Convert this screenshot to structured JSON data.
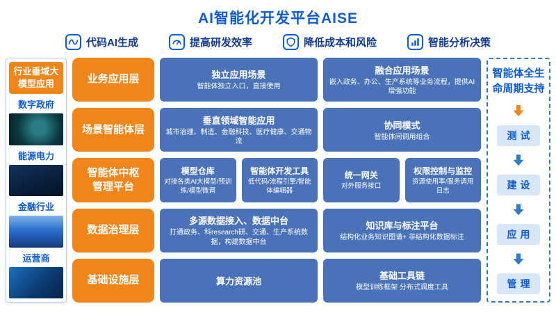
{
  "title": "AI智能化开发平台AISE",
  "features": [
    {
      "icon": "code-ai-icon",
      "label": "代码AI生成"
    },
    {
      "icon": "efficiency-icon",
      "label": "提高研发效率"
    },
    {
      "icon": "risk-icon",
      "label": "降低成本和风险"
    },
    {
      "icon": "analysis-icon",
      "label": "智能分析决策"
    }
  ],
  "left_sidebar": {
    "title": "行业垂域大\n模型应用",
    "items": [
      {
        "label": "数字政府"
      },
      {
        "label": "能源电力"
      },
      {
        "label": "金融行业"
      },
      {
        "label": "运营商"
      }
    ]
  },
  "layers": [
    {
      "label": "业务应用层",
      "boxes": [
        {
          "title": "独立应用场景",
          "desc": "智能体独立入口，直接使用"
        },
        {
          "title": "融合应用场景",
          "desc": "嵌入政务、办公、生产系统等业务流程，提供AI增强功能"
        }
      ]
    },
    {
      "label": "场景智能体层",
      "boxes": [
        {
          "title": "垂直领域智能应用",
          "desc": "城市治理、制造、金融科技、医疗健康、交通物流"
        },
        {
          "title": "协同模式",
          "desc": "智能体间调用组合"
        }
      ]
    },
    {
      "label": "智能体中枢\n管理平台",
      "boxes": [
        {
          "title": "模型仓库",
          "desc": "对接各类AI大模型/预训练/模型微调"
        },
        {
          "title": "智能体开发工具",
          "desc": "低代码/流程引擎/智能体编辑器"
        },
        {
          "title": "统一网关",
          "desc": "对外服务接口"
        },
        {
          "title": "权限控制与监控",
          "desc": "资源使用率/服务调用日志"
        }
      ]
    },
    {
      "label": "数据治理层",
      "boxes": [
        {
          "title": "多源数据接入、数据中台",
          "desc": "打通政务、科research研、交通、生产系统数据，构建数据中台"
        },
        {
          "title": "知识库与标注平台",
          "desc": "结构化业务知识图谱+ 非结构化数据标注"
        }
      ]
    },
    {
      "label": "基础设施层",
      "boxes": [
        {
          "title": "算力资源池",
          "desc": ""
        },
        {
          "title": "基础工具链",
          "desc": "模型训练框架 分布式调度工具"
        }
      ]
    }
  ],
  "right_sidebar": {
    "title": "智能体全生\n命周期支持",
    "steps": [
      {
        "label": "测试"
      },
      {
        "label": "建设"
      },
      {
        "label": "应用"
      },
      {
        "label": "管理"
      }
    ]
  },
  "colors": {
    "title_blue": "#0F5BD0",
    "accent_orange": "#F08519",
    "box_blue": "#4A72B8",
    "step_bg": "#D8E7F8",
    "dashed_border_blue": "#2F7BD0"
  }
}
